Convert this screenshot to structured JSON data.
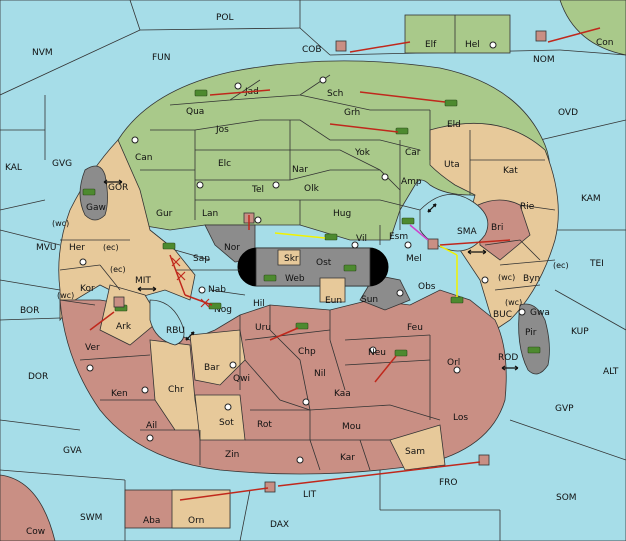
{
  "colors": {
    "sea": "#a6dde8",
    "green_power": "#a9c98a",
    "tan_power": "#e7c99a",
    "red_power": "#c98f84",
    "neutral": "#8c8c8c",
    "move_arrow": "#c0281c",
    "support_arrow": "#f2f200",
    "convoy_arrow": "#cc44cc"
  },
  "provinces": [
    {
      "id": "POL",
      "label": "POL"
    },
    {
      "id": "NVM",
      "label": "NVM"
    },
    {
      "id": "FUN",
      "label": "FUN"
    },
    {
      "id": "COB",
      "label": "COB"
    },
    {
      "id": "Elf",
      "label": "Elf"
    },
    {
      "id": "Hel",
      "label": "Hel"
    },
    {
      "id": "NOM",
      "label": "NOM"
    },
    {
      "id": "Con",
      "label": "Con"
    },
    {
      "id": "OVD",
      "label": "OVD"
    },
    {
      "id": "KAL",
      "label": "KAL"
    },
    {
      "id": "GVG",
      "label": "GVG"
    },
    {
      "id": "GOR",
      "label": "GOR"
    },
    {
      "id": "Gaw",
      "label": "Gaw"
    },
    {
      "id": "wc1",
      "label": "(wc)"
    },
    {
      "id": "ec1",
      "label": "(ec)"
    },
    {
      "id": "MVU",
      "label": "MVU"
    },
    {
      "id": "Her",
      "label": "Her"
    },
    {
      "id": "ec2",
      "label": "(ec)"
    },
    {
      "id": "MIT",
      "label": "MIT"
    },
    {
      "id": "wc2",
      "label": "(wc)"
    },
    {
      "id": "Kor",
      "label": "Kor"
    },
    {
      "id": "BOR",
      "label": "BOR"
    },
    {
      "id": "Ark",
      "label": "Ark"
    },
    {
      "id": "RBU",
      "label": "RBU"
    },
    {
      "id": "Ver",
      "label": "Ver"
    },
    {
      "id": "DOR",
      "label": "DOR"
    },
    {
      "id": "Ken",
      "label": "Ken"
    },
    {
      "id": "Ail",
      "label": "Ail"
    },
    {
      "id": "GVA",
      "label": "GVA"
    },
    {
      "id": "SWM",
      "label": "SWM"
    },
    {
      "id": "Cow",
      "label": "Cow"
    },
    {
      "id": "Aba",
      "label": "Aba"
    },
    {
      "id": "Orn",
      "label": "Orn"
    },
    {
      "id": "DAX",
      "label": "DAX"
    },
    {
      "id": "LIT",
      "label": "LIT"
    },
    {
      "id": "FRO",
      "label": "FRO"
    },
    {
      "id": "SOM",
      "label": "SOM"
    },
    {
      "id": "GVP",
      "label": "GVP"
    },
    {
      "id": "ALT",
      "label": "ALT"
    },
    {
      "id": "KUP",
      "label": "KUP"
    },
    {
      "id": "TEI",
      "label": "TEI"
    },
    {
      "id": "KAM",
      "label": "KAM"
    },
    {
      "id": "Jad",
      "label": "Jad"
    },
    {
      "id": "Qua",
      "label": "Qua"
    },
    {
      "id": "Sch",
      "label": "Sch"
    },
    {
      "id": "Jos",
      "label": "Jos"
    },
    {
      "id": "Grh",
      "label": "Grh"
    },
    {
      "id": "Eld",
      "label": "Eld"
    },
    {
      "id": "Can",
      "label": "Can"
    },
    {
      "id": "Elc",
      "label": "Elc"
    },
    {
      "id": "Nar",
      "label": "Nar"
    },
    {
      "id": "Yok",
      "label": "Yok"
    },
    {
      "id": "Car",
      "label": "Car"
    },
    {
      "id": "Uta",
      "label": "Uta"
    },
    {
      "id": "Kat",
      "label": "Kat"
    },
    {
      "id": "Tel",
      "label": "Tel"
    },
    {
      "id": "Olk",
      "label": "Olk"
    },
    {
      "id": "Amp",
      "label": "Amp"
    },
    {
      "id": "Gur",
      "label": "Gur"
    },
    {
      "id": "Lan",
      "label": "Lan"
    },
    {
      "id": "Hug",
      "label": "Hug"
    },
    {
      "id": "Rie",
      "label": "Rie"
    },
    {
      "id": "Bri",
      "label": "Bri"
    },
    {
      "id": "SMA",
      "label": "SMA"
    },
    {
      "id": "Esm",
      "label": "Esm"
    },
    {
      "id": "Nor",
      "label": "Nor"
    },
    {
      "id": "Vil",
      "label": "Vil"
    },
    {
      "id": "Sap",
      "label": "Sap"
    },
    {
      "id": "Skr",
      "label": "Skr"
    },
    {
      "id": "Ost",
      "label": "Ost"
    },
    {
      "id": "Mel",
      "label": "Mel"
    },
    {
      "id": "Web",
      "label": "Web"
    },
    {
      "id": "Byn",
      "label": "Byn"
    },
    {
      "id": "wc3",
      "label": "(wc)"
    },
    {
      "id": "ec3",
      "label": "(ec)"
    },
    {
      "id": "Nab",
      "label": "Nab"
    },
    {
      "id": "Hil",
      "label": "Hil"
    },
    {
      "id": "Eun",
      "label": "Eun"
    },
    {
      "id": "Sun",
      "label": "Sun"
    },
    {
      "id": "Obs",
      "label": "Obs"
    },
    {
      "id": "Gwa",
      "label": "Gwa"
    },
    {
      "id": "wc4",
      "label": "(wc)"
    },
    {
      "id": "Nog",
      "label": "Nog"
    },
    {
      "id": "Uru",
      "label": "Uru"
    },
    {
      "id": "Feu",
      "label": "Feu"
    },
    {
      "id": "BUC",
      "label": "BUC"
    },
    {
      "id": "Pir",
      "label": "Pir"
    },
    {
      "id": "Chp",
      "label": "Chp"
    },
    {
      "id": "Orl",
      "label": "Orl"
    },
    {
      "id": "Bar",
      "label": "Bar"
    },
    {
      "id": "Qwi",
      "label": "Qwi"
    },
    {
      "id": "Nil",
      "label": "Nil"
    },
    {
      "id": "Neu",
      "label": "Neu"
    },
    {
      "id": "ROD",
      "label": "ROD"
    },
    {
      "id": "Chr",
      "label": "Chr"
    },
    {
      "id": "Kaa",
      "label": "Kaa"
    },
    {
      "id": "Sot",
      "label": "Sot"
    },
    {
      "id": "Rot",
      "label": "Rot"
    },
    {
      "id": "Mou",
      "label": "Mou"
    },
    {
      "id": "Los",
      "label": "Los"
    },
    {
      "id": "Zin",
      "label": "Zin"
    },
    {
      "id": "Kar",
      "label": "Kar"
    },
    {
      "id": "Sam",
      "label": "Sam"
    }
  ]
}
